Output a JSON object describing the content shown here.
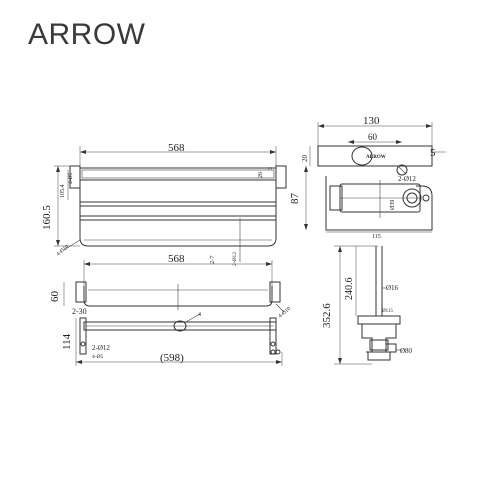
{
  "brand": {
    "logo_text": "ARROW"
  },
  "front_view": {
    "overall_width": "568",
    "height": "160.5",
    "height_small": "105.4",
    "upper_label": "4-Ø5",
    "lower_label": "4-Ø10",
    "right_label": "26",
    "right_label_2": "3",
    "hole_label": "2-7",
    "hole_label_2": "2-Ø12"
  },
  "plan_view": {
    "overall_width": "568",
    "depth": "60",
    "right_label": "4-Ø10",
    "left_label": "2-30"
  },
  "bottom_view": {
    "overall_width": "(598)",
    "height": "114",
    "hole_label": "2-Ø12",
    "small_label": "4-Ø5",
    "top_label": "4"
  },
  "side_view": {
    "width": "130",
    "inner_width": "60",
    "height": "87",
    "top_gap": "20",
    "right_label": "5",
    "screw_label": "2-Ø12",
    "diam_label": "Ø39",
    "bottom_width": "115",
    "logo": "ARROW"
  },
  "column_view": {
    "total_height": "352.6",
    "upper_height": "240.6",
    "diam_16": "Ø16",
    "diam_115": "Ø115",
    "diam_80": "Ø80"
  }
}
